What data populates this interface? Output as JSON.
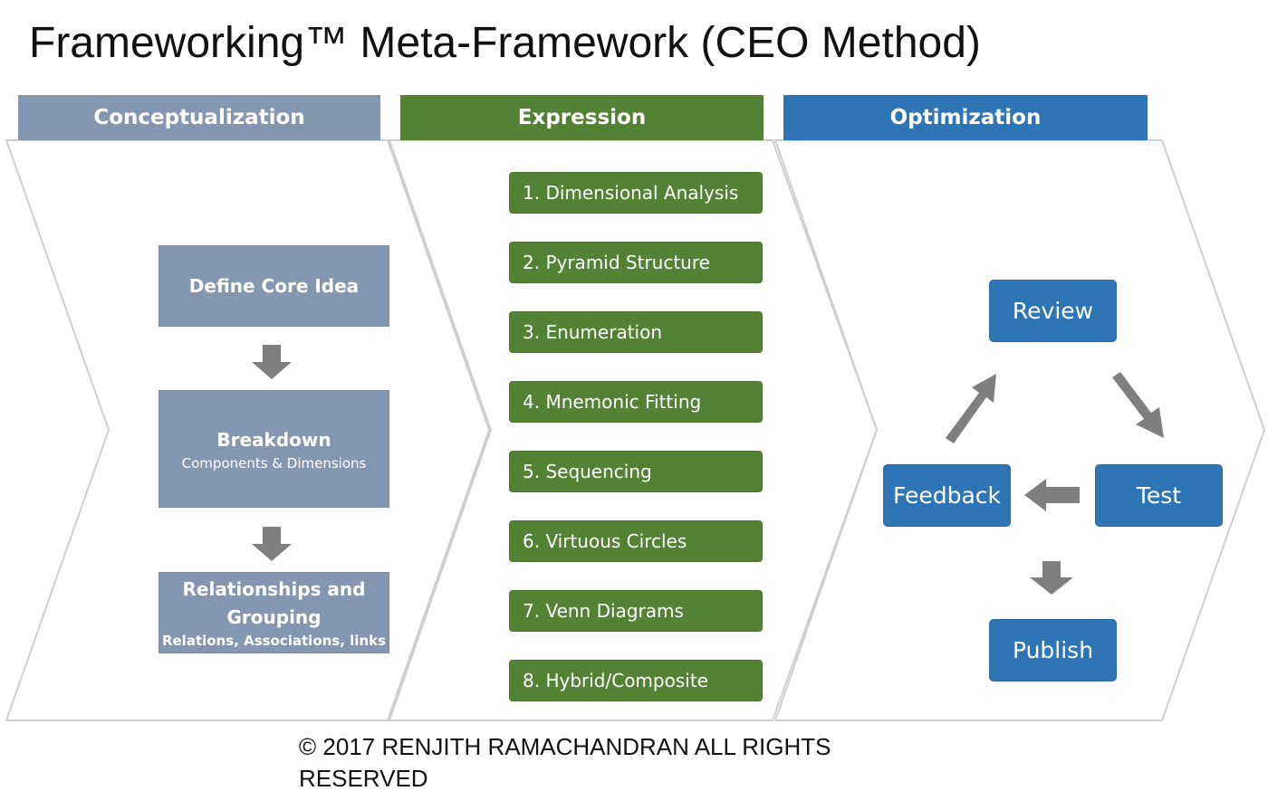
{
  "title": "Frameworking™ Meta-Framework (CEO Method)",
  "colors": {
    "conceptualization": "#8497b0",
    "expression": "#548235",
    "optimization": "#2e75b6",
    "arrow": "#7f7f7f"
  },
  "columns": {
    "conceptualization": {
      "header": "Conceptualization",
      "boxes": [
        {
          "title": "Define Core Idea"
        },
        {
          "title": "Breakdown",
          "subtitle": "Components & Dimensions"
        },
        {
          "title": "Relationships and Grouping",
          "subtitle": "Relations, Associations, links"
        }
      ]
    },
    "expression": {
      "header": "Expression",
      "steps": [
        "1. Dimensional Analysis",
        "2. Pyramid Structure",
        "3. Enumeration",
        "4. Mnemonic Fitting",
        "5. Sequencing",
        "6. Virtuous Circles",
        "7. Venn Diagrams",
        "8. Hybrid/Composite"
      ]
    },
    "optimization": {
      "header": "Optimization",
      "nodes": {
        "review": "Review",
        "test": "Test",
        "feedback": "Feedback",
        "publish": "Publish"
      }
    }
  },
  "copyright": "© 2017 RENJITH RAMACHANDRAN ALL RIGHTS RESERVED"
}
